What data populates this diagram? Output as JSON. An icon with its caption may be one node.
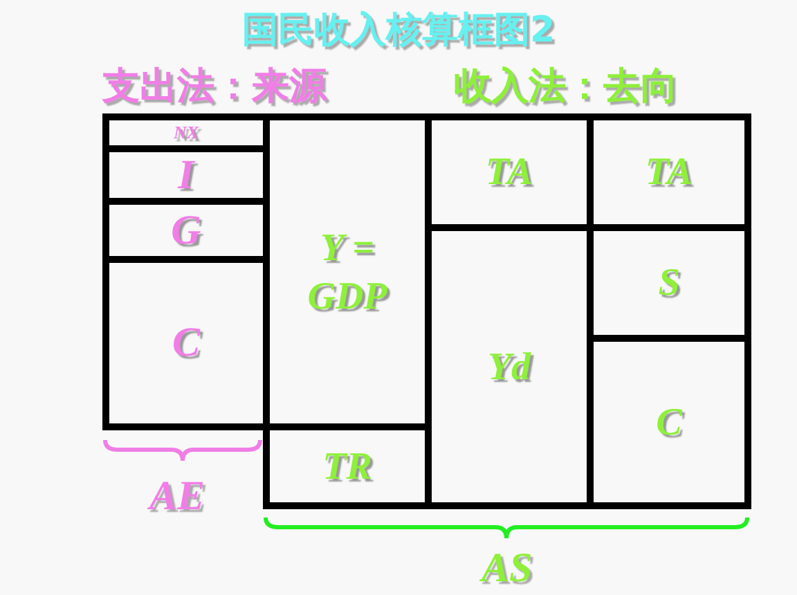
{
  "diagram": {
    "title": "国民收入核算框图2",
    "nodes": [
      {
        "text": [
          "NX"
        ]
      },
      {
        "text": [
          "I"
        ]
      },
      {
        "text": [
          "G"
        ]
      },
      {
        "text": [
          "C"
        ]
      },
      {
        "text": [
          "Y = GDP"
        ]
      },
      {
        "text": [
          "TR"
        ]
      },
      {
        "text": [
          "TA"
        ]
      },
      {
        "text": [
          "Yd"
        ]
      },
      {
        "text": [
          "TA"
        ]
      },
      {
        "text": [
          "S"
        ]
      },
      {
        "text": [
          "C"
        ]
      }
    ],
    "edges": [],
    "labels": [
      "支出法：来源",
      "收入法：去向",
      "AE",
      "AS"
    ]
  }
}
